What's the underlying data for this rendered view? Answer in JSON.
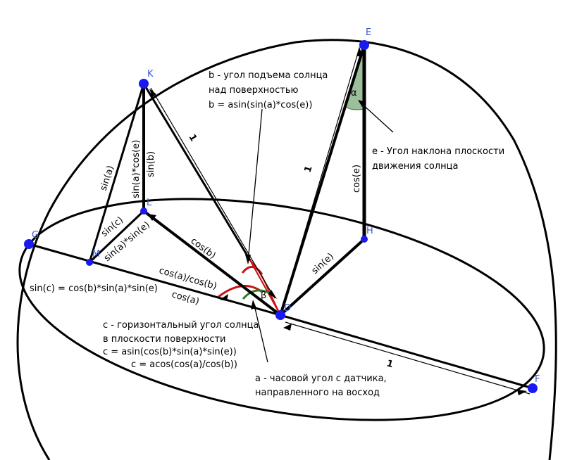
{
  "points": {
    "K": "K",
    "E": "E",
    "L": "L",
    "G": "G",
    "M": "M",
    "H": "H",
    "D": "D",
    "F": "F"
  },
  "edge_labels": {
    "sin_a": "sin(a)",
    "sin_a_cos_e": "sin(a)*cos(e)",
    "sin_b": "sin(b)",
    "sin_c": "sin(c)",
    "sin_a_sin_e": "sin(a)*sin(e)",
    "cos_b": "cos(b)",
    "cos_a_div_cos_b": "cos(a)/cos(b)",
    "cos_a": "cos(a)",
    "sin_e": "sin(e)",
    "cos_e": "cos(e)",
    "one_KD": "1",
    "one_ED": "1",
    "one_DF": "1"
  },
  "angle_labels": {
    "alpha": "α",
    "beta": "β"
  },
  "notes": {
    "b_lines": [
      "b - угол подъема солнца",
      "над поверхностью",
      "b = asin(sin(a)*cos(e))"
    ],
    "e_lines": [
      "e - Угол наклона плоскости",
      "движения солнца"
    ],
    "sin_c_formula": "sin(c) = cos(b)*sin(a)*sin(e)",
    "c_lines": [
      "c - горизонтальный угол солнца",
      "в плоскости поверхности",
      "c = asin(cos(b)*sin(a)*sin(e))",
      "c = acos(cos(a)/cos(b))"
    ],
    "a_lines": [
      "a - часовой угол с датчика,",
      "направленного на восход"
    ]
  },
  "colors": {
    "point": "#1a1aee",
    "alpha_fill": "#7aa87a",
    "red_arc": "#cc1111",
    "green_arc": "#2a7a2a"
  }
}
